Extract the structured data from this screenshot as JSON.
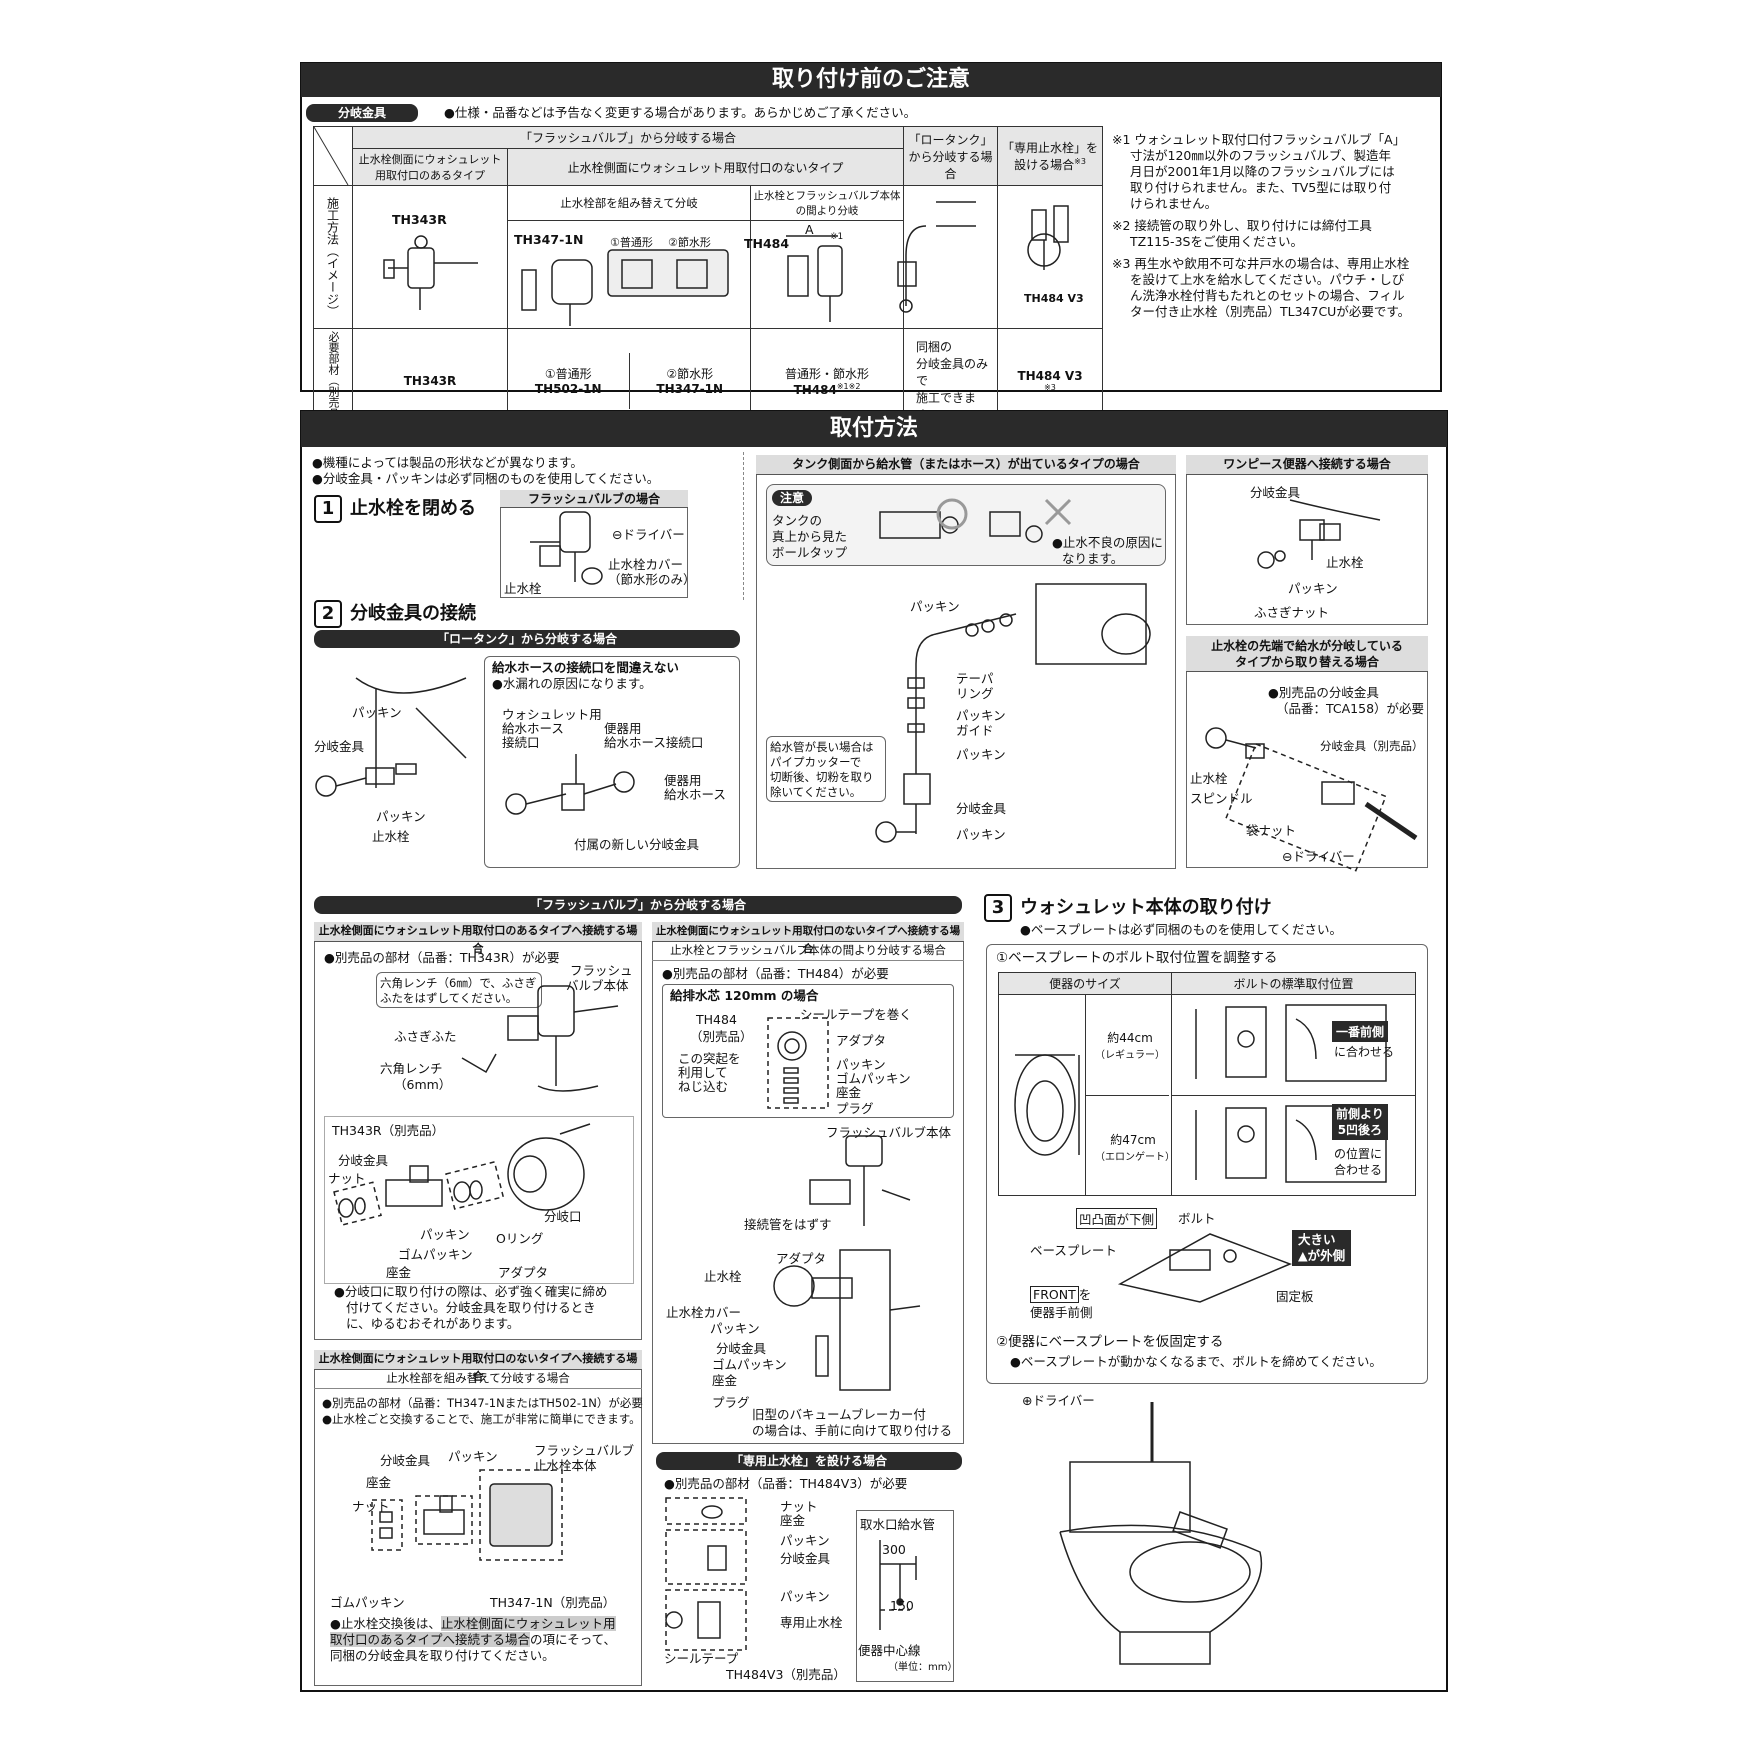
{
  "pre": {
    "title": "取り付け前のご注意",
    "tag": "分岐金具",
    "note": "●仕様・品番などは予告なく変更する場合があります。あらかじめご了承ください。",
    "table": {
      "h_flush": "「フラッシュバルブ」から分岐する場合",
      "h_with": "止水栓側面にウォシュレット用取付口のあるタイプ",
      "h_without": "止水栓側面にウォシュレット用取付口のないタイプ",
      "h_low": "「ロータンク」から分岐する場合",
      "h_dedicated": "「専用止水栓」を設ける場合",
      "h_dedicated_sup": "※3",
      "h_swap": "止水栓部を組み替えて分岐",
      "h_between": "止水栓とフラッシュバルブ本体の間より分岐",
      "row1_label": "施工方法（イメージ）",
      "row2_label": "必要部材（別売品）",
      "img_th343r": "TH343R",
      "img_th347": "TH347-1N",
      "img_normal": "①普通形",
      "img_saving": "②節水形",
      "img_th484": "TH484",
      "img_a": "A",
      "img_a_sup": "※1",
      "img_th484v3": "TH484 V3",
      "p_th343r": "TH343R",
      "p_normal_l": "①普通形",
      "p_normal_v": "TH502-1N",
      "p_saving_l": "②節水形",
      "p_saving_v": "TH347-1N",
      "p_both_l": "普通形・節水形",
      "p_both_v": "TH484",
      "p_both_sup": "※1※2",
      "p_low_1": "同梱の",
      "p_low_2": "分岐金具のみで",
      "p_low_3": "施工できます。",
      "p_ded": "TH484 V3",
      "p_ded_sup": "※3"
    },
    "notes": [
      "※1 ウォシュレット取付口付フラッシュバルブ「A」",
      "寸法が120㎜以外のフラッシュバルブ、製造年",
      "月日が2001年1月以降のフラッシュバルブには",
      "取り付けられません。また、TV5型には取り付",
      "けられません。",
      "※2 接続管の取り外し、取り付けには締付工具",
      "TZ115-3Sをご使用ください。",
      "※3 再生水や飲用不可な井戸水の場合は、専用止水栓",
      "を設けて上水を給水してください。パウチ・しび",
      "ん洗浄水栓付背もたれとのセットの場合、フィル",
      "ター付き止水栓（別売品）TL347CUが必要です。"
    ]
  },
  "method": {
    "title": "取付方法",
    "intro1": "●機種によっては製品の形状などが異なります。",
    "intro2": "●分岐金具・パッキンは必ず同梱のものを使用してください。",
    "step1": {
      "num": "1",
      "title": "止水栓を閉める",
      "box": "フラッシュバルブの場合",
      "driver": "⊖ドライバー",
      "cover": "止水栓カバー",
      "cover2": "（節水形のみ）",
      "valve": "止水栓"
    },
    "step2": {
      "num": "2",
      "title": "分岐金具の接続",
      "pill": "「ロータンク」から分岐する場合",
      "packing": "パッキン",
      "branch": "分岐金具",
      "packing2": "パッキン",
      "valve": "止水栓",
      "warn_title": "給水ホースの接続口を間違えない",
      "warn": "●水漏れの原因になります。",
      "w1": "ウォシュレット用",
      "w2": "給水ホース",
      "w3": "接続口",
      "t1": "便器用",
      "t2": "給水ホース接続口",
      "h1": "便器用",
      "h2": "給水ホース",
      "att": "付属の新しい分岐金具"
    },
    "tank_side": {
      "head": "タンク側面から給水管（またはホース）が出ているタイプの場合",
      "caution": "注意",
      "c1": "タンクの",
      "c2": "真上から見た",
      "c3": "ボールタップ",
      "ng1": "●止水不良の原因に",
      "ng2": "なります。",
      "packing": "パッキン",
      "taper1": "テーパ",
      "taper2": "リング",
      "pg1": "パッキン",
      "pg2": "ガイド",
      "packing3": "パッキン",
      "branch": "分岐金具",
      "packing4": "パッキン",
      "long1": "給水管が長い場合は",
      "long2": "パイプカッターで",
      "long3": "切断後、切粉を取り",
      "long4": "除いてください。"
    },
    "one_piece": {
      "head": "ワンピース便器へ接続する場合",
      "branch": "分岐金具",
      "valve": "止水栓",
      "packing": "パッキン",
      "nut": "ふさぎナット"
    },
    "tip": {
      "head1": "止水栓の先端で給水が分岐している",
      "head2": "タイプから取り替える場合",
      "n1": "●別売品の分岐金具",
      "n2": "（品番：TCA158）が必要",
      "branch": "分岐金具（別売品）",
      "valve": "止水栓",
      "spindle": "スピンドル",
      "bag": "袋ナット",
      "driver": "⊖ドライバー"
    },
    "flush": {
      "pill": "「フラッシュバルブ」から分岐する場合",
      "a_head": "止水栓側面にウォシュレット用取付口のあるタイプへ接続する場合",
      "a_n1": "●別売品の部材（品番：TH343R）が必要",
      "a_hex1": "六角レンチ（6㎜）で、ふさぎ",
      "a_hex2": "ふたをはずしてください。",
      "a_body1": "フラッシュ",
      "a_body2": "バルブ本体",
      "a_cap": "ふさぎふた",
      "a_wr1": "六角レンチ",
      "a_wr2": "（6mm）",
      "a_th": "TH343R（別売品）",
      "a_branch": "分岐金具",
      "a_nut": "ナット",
      "a_port": "分岐口",
      "a_pk": "パッキン",
      "a_o": "Oリング",
      "a_gum": "ゴムパッキン",
      "a_seat": "座金",
      "a_ad": "アダプタ",
      "a_w1": "●分岐口に取り付けの際は、必ず強く確実に締め",
      "a_w2": "付けてください。分岐金具を取り付けるとき",
      "a_w3": "に、ゆるむおそれがあります。",
      "b_head": "止水栓側面にウォシュレット用取付口のないタイプへ接続する場合",
      "b_sub": "止水栓とフラッシュバルブ本体の間より分岐する場合",
      "b_n1": "●別売品の部材（品番：TH484）が必要",
      "b_box": "給排水芯 120mm の場合",
      "b_th1": "TH484",
      "b_th2": "（別売品）",
      "b_seal": "シールテープを巻く",
      "b_ad": "アダプタ",
      "b_proj1": "この突起を",
      "b_proj2": "利用して",
      "b_proj3": "ねじ込む",
      "b_pk": "パッキン",
      "b_gum": "ゴムパッキン",
      "b_seat": "座金",
      "b_plug": "プラグ",
      "b_body": "フラッシュバルブ本体",
      "b_pipe": "接続管をはずす",
      "b_ad2": "アダプタ",
      "b_valve": "止水栓",
      "b_cover": "止水栓カバー",
      "b_pk2": "パッキン",
      "b_branch": "分岐金具",
      "b_gum2": "ゴムパッキン",
      "b_seat2": "座金",
      "b_plug2": "プラグ",
      "b_old1": "旧型のバキュームブレーカー付",
      "b_old2": "の場合は、手前に向けて取り付ける",
      "c_head": "止水栓側面にウォシュレット用取付口のないタイプへ接続する場合",
      "c_sub": "止水栓部を組み替えて分岐する場合",
      "c_n1": "●別売品の部材（品番：TH347-1NまたはTH502-1N）が必要",
      "c_n2": "●止水栓ごと交換することで、施工が非常に簡単にできます。",
      "c_branch": "分岐金具",
      "c_pk": "パッキン",
      "c_fv1": "フラッシュバルブ",
      "c_fv2": "止水栓本体",
      "c_seat": "座金",
      "c_nut": "ナット",
      "c_gum": "ゴムパッキン",
      "c_th": "TH347-1N（別売品）",
      "c_w1": "●止水栓交換後は、",
      "c_w1h": "止水栓側面にウォシュレット用",
      "c_w2h": "取付口のあるタイプへ接続する場合",
      "c_w2": "の項にそって、",
      "c_w3": "同梱の分岐金具を取り付けてください。"
    },
    "dedicated": {
      "pill": "「専用止水栓」を設ける場合",
      "n1": "●別売品の部材（品番：TH484V3）が必要",
      "nut": "ナット",
      "seat": "座金",
      "pk": "パッキン",
      "branch": "分岐金具",
      "pk2": "パッキン",
      "valve": "専用止水栓",
      "seal": "シールテープ",
      "th": "TH484V3（別売品）",
      "d_title": "取水口給水管",
      "d_300": "300",
      "d_150": "150",
      "d_center": "便器中心線",
      "d_unit": "（単位：mm）"
    },
    "step3": {
      "num": "3",
      "title": "ウォシュレット本体の取り付け",
      "note": "●ベースプレートは必ず同梱のものを使用してください。",
      "s1": "①ベースプレートのボルト取付位置を調整する",
      "th_size": "便器のサイズ",
      "th_pos": "ボルトの標準取付位置",
      "r1_size": "約44cm",
      "r1_sub": "（レギュラー）",
      "r1_tag1": "一番前側",
      "r1_tag2": "に合わせる",
      "r2_size": "約47cm",
      "r2_sub": "（エロンゲート）",
      "r2_tag1": "前側より",
      "r2_tag1b": "5凹後ろ",
      "r2_tag2": "の位置に",
      "r2_tag3": "合わせる",
      "concave": "凹凸面が下側",
      "bolt": "ボルト",
      "big1": "大きい",
      "big2": "▲が外側",
      "bp": "ベースプレート",
      "front": "FRONT",
      "front2": "を",
      "front3": "便器手前側",
      "fix": "固定板",
      "s2": "②便器にベースプレートを仮固定する",
      "s2n": "●ベースプレートが動かなくなるまで、ボルトを締めてください。",
      "driver": "⊕ドライバー"
    }
  }
}
